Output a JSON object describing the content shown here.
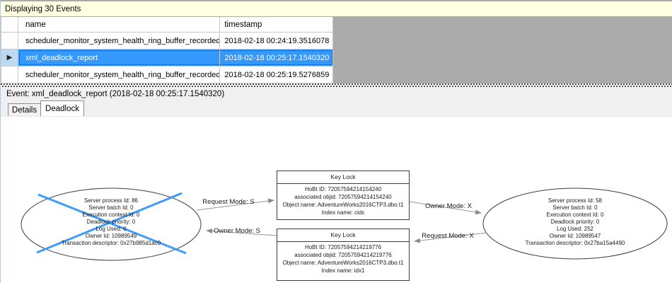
{
  "info_bar": {
    "text": "Displaying 30 Events"
  },
  "grid": {
    "selector_icon": "▶",
    "columns": {
      "name": "name",
      "timestamp": "timestamp"
    },
    "rows": [
      {
        "name": "scheduler_monitor_system_health_ring_buffer_recorded",
        "timestamp": "2018-02-18 00:24:19.3516078"
      },
      {
        "name": "xml_deadlock_report",
        "timestamp": "2018-02-18 00:25:17.1540320"
      },
      {
        "name": "scheduler_monitor_system_health_ring_buffer_recorded",
        "timestamp": "2018-02-18 00:25:19.5276859"
      }
    ],
    "selected_row_index": 1
  },
  "event_bar": {
    "text": "Event: xml_deadlock_report (2018-02-18 00:25:17.1540320)"
  },
  "tabs": [
    {
      "label": "Details"
    },
    {
      "label": "Deadlock",
      "active": true
    }
  ],
  "graph": {
    "process_left": {
      "victim": true,
      "lines": [
        "Server process Id: 86",
        "Server batch Id: 0",
        "Execution context Id: 0",
        "Deadlock priority: 0",
        "Log Used: 0",
        "Owner Id: 10989549",
        "Transaction descriptor: 0x27b985d1ac0"
      ]
    },
    "process_right": {
      "victim": false,
      "lines": [
        "Server process Id: 58",
        "Server batch Id: 0",
        "Execution context Id: 0",
        "Deadlock priority: 0",
        "Log Used: 252",
        "Owner Id: 10989547",
        "Transaction descriptor: 0x27ba15a4490"
      ]
    },
    "lock_top": {
      "title": "Key Lock",
      "lines": [
        "HoBt ID: 72057594214154240",
        "associated objid: 72057594214154240",
        "Object name: AdventureWorks2016CTP3.dbo.t1",
        "Index name: cidx"
      ]
    },
    "lock_bottom": {
      "title": "Key Lock",
      "lines": [
        "HoBt ID: 72057594214219776",
        "associated objid: 72057594214219776",
        "Object name: AdventureWorks2016CTP3.dbo.t1",
        "Index name: idx1"
      ]
    },
    "edges": [
      {
        "label": "Request Mode: S"
      },
      {
        "label": "Owner Mode: S"
      },
      {
        "label": "Owner Mode: X"
      },
      {
        "label": "Request Mode: X"
      }
    ]
  },
  "colors": {
    "selection_blue": "#3399FF",
    "selected_row_text": "#FFFFFF",
    "victim_x_blue": "#3E9BFC",
    "info_bar_bg": "#FFFFE1",
    "grid_filler_gray": "#ABABAB",
    "panel_gray": "#F0F0F0"
  }
}
